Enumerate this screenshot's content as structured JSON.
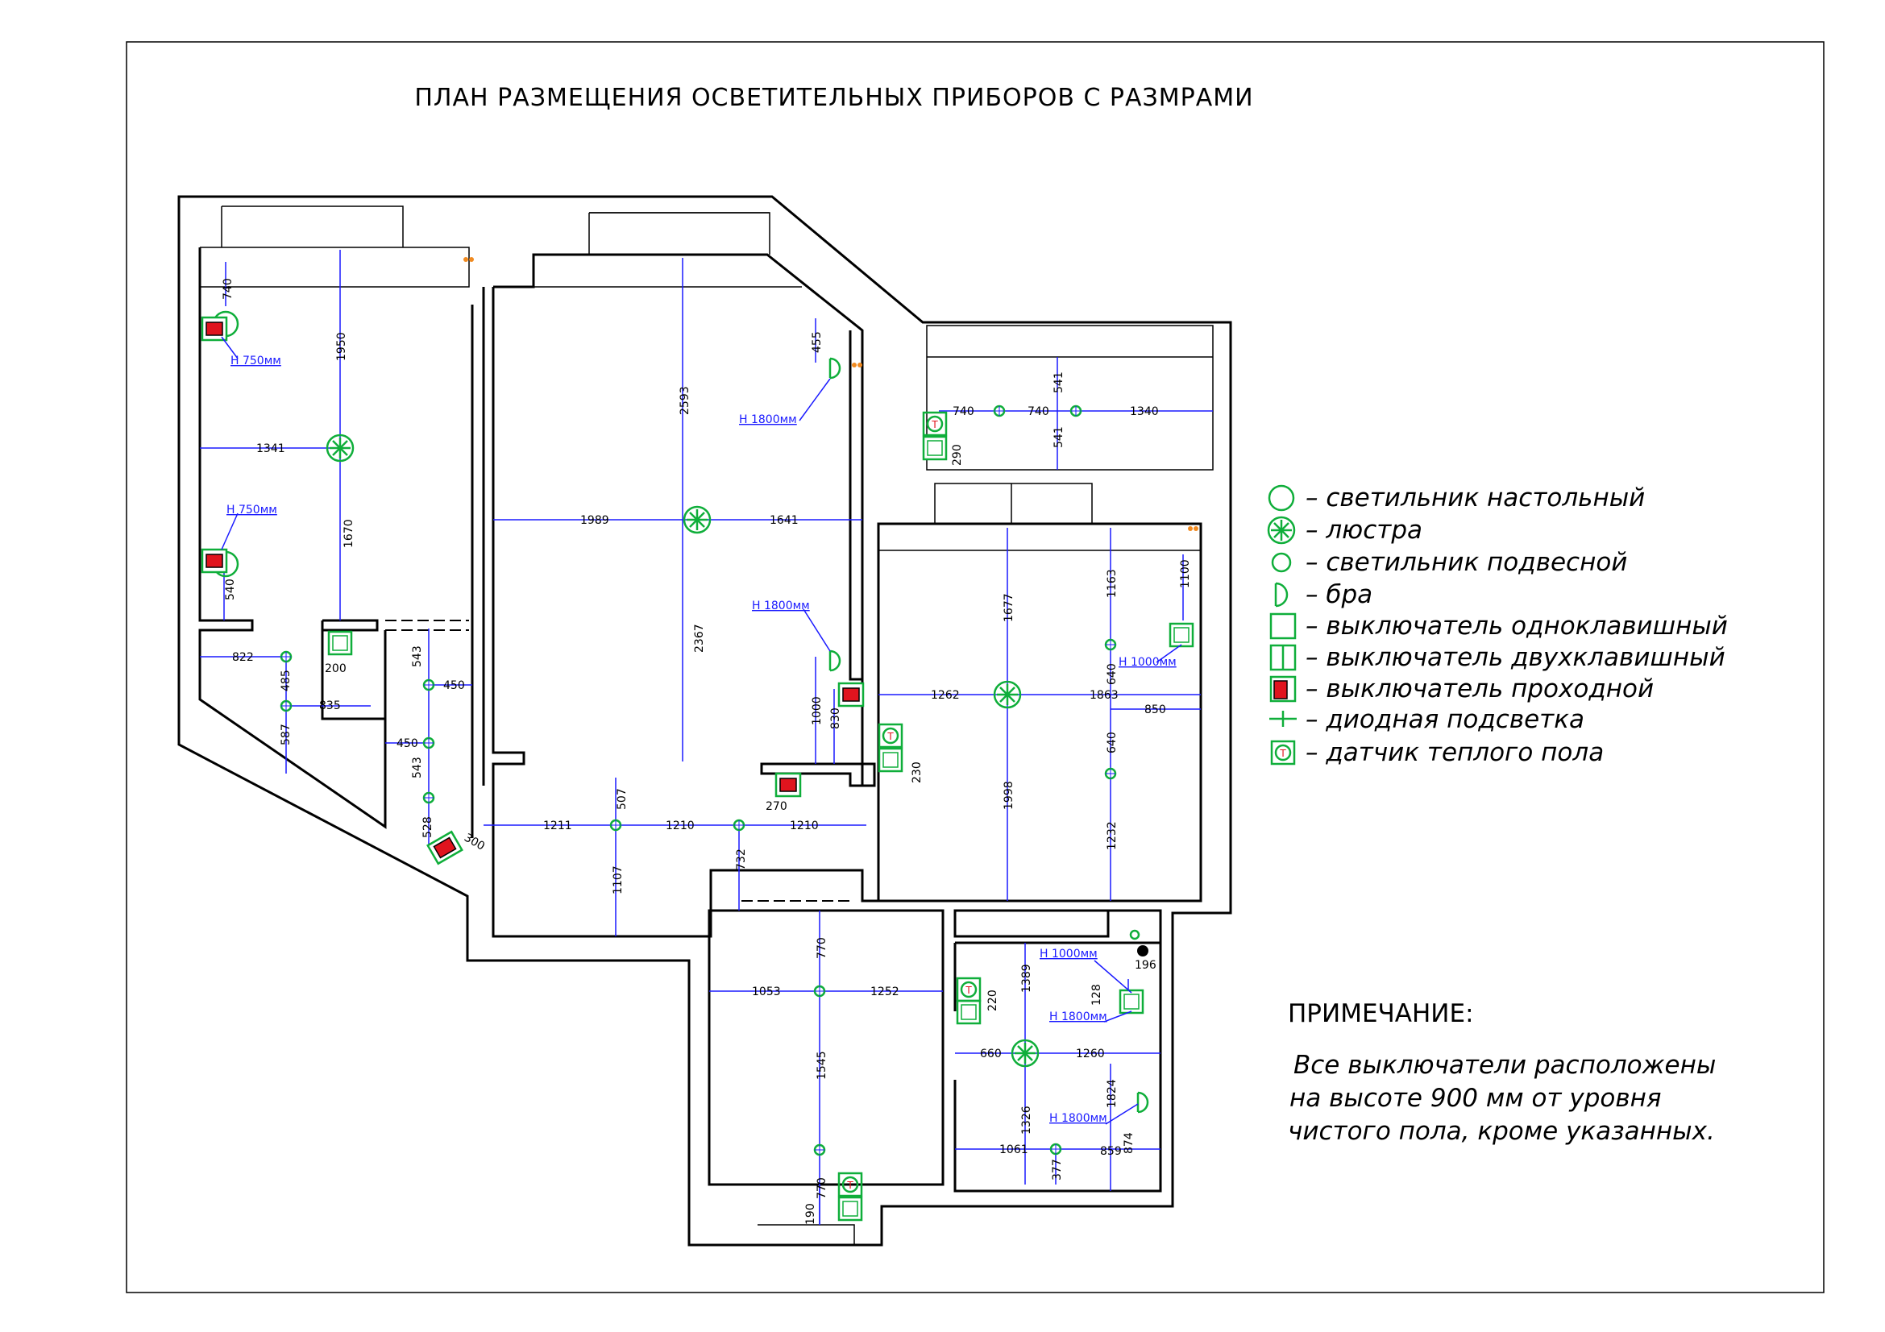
{
  "title": "ПЛАН РАЗМЕЩЕНИЯ ОСВЕТИТЕЛЬНЫХ ПРИБОРОВ С РАЗМРАМИ",
  "legend": [
    {
      "icon": "table-lamp-icon",
      "label": "– светильник настольный"
    },
    {
      "icon": "chandelier-icon",
      "label": "– люстра"
    },
    {
      "icon": "pendant-lamp-icon",
      "label": "– светильник подвесной"
    },
    {
      "icon": "sconce-icon",
      "label": "– бра"
    },
    {
      "icon": "single-switch-icon",
      "label": "– выключатель одноклавишный"
    },
    {
      "icon": "double-switch-icon",
      "label": "– выключатель двухклавишный"
    },
    {
      "icon": "passthrough-switch-icon",
      "label": "– выключатель проходной"
    },
    {
      "icon": "led-strip-icon",
      "label": "– диодная подсветка"
    },
    {
      "icon": "floor-heating-sensor-icon",
      "label": "– датчик теплого пола"
    }
  ],
  "note": {
    "heading": "ПРИМЕЧАНИЕ:",
    "lines": [
      "Все выключатели расположены",
      "на высоте 900 мм от уровня",
      "чистого пола, кроме указанных."
    ]
  },
  "heights": {
    "h750": "Н 750мм",
    "h1800": "Н 1800мм",
    "h1000": "Н 1000мм"
  },
  "dimensions": {
    "d740a": "740",
    "d1950": "1950",
    "d1341": "1341",
    "d1670": "1670",
    "d540": "540",
    "d822": "822",
    "d485": "485",
    "d835": "835",
    "d587": "587",
    "d200": "200",
    "d543a": "543",
    "d450a": "450",
    "d450b": "450",
    "d543b": "543",
    "d528": "528",
    "d300": "300",
    "d2593": "2593",
    "d455": "455",
    "d1989": "1989",
    "d1641": "1641",
    "d2367": "2367",
    "d1000a": "1000",
    "d830": "830",
    "d270": "270",
    "d1211": "1211",
    "d1210a": "1210",
    "d1210b": "1210",
    "d507": "507",
    "d1107": "1107",
    "d732": "732",
    "d740b": "740",
    "d740c": "740",
    "d1340": "1340",
    "d541a": "541",
    "d541b": "541",
    "d290": "290",
    "d1677": "1677",
    "d1163": "1163",
    "d1100": "1100",
    "d1262": "1262",
    "d1863": "1863",
    "d640a": "640",
    "d850": "850",
    "d640b": "640",
    "d230": "230",
    "d1998": "1998",
    "d1232": "1232",
    "d770a": "770",
    "d1053": "1053",
    "d1252": "1252",
    "d1545": "1545",
    "d770b": "770",
    "d190": "190",
    "d1389": "1389",
    "d220": "220",
    "d128": "128",
    "d196": "196",
    "d660": "660",
    "d1260": "1260",
    "d1824": "1824",
    "d1326": "1326",
    "d1061": "1061",
    "d859": "859",
    "d874": "874",
    "d377": "377"
  },
  "colors": {
    "fixture": "#0fae3a",
    "dimension": "#1a1aff",
    "switch_red": "#e0141e",
    "accent_orange": "#f08a20"
  }
}
